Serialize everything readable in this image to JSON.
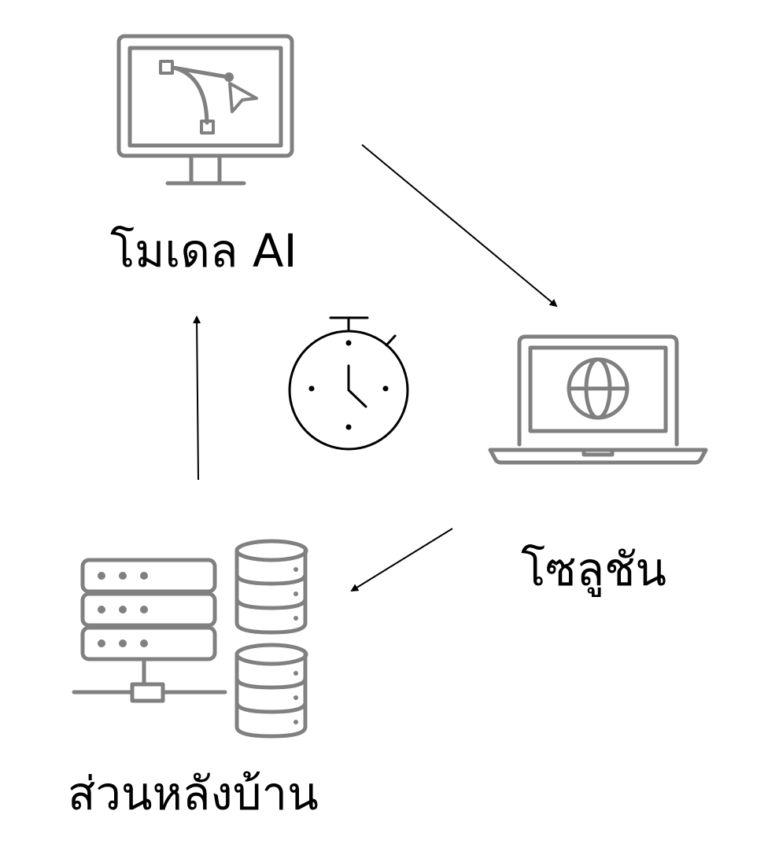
{
  "nodes": {
    "ai_model": {
      "label": "โมเดล AI",
      "icon": "monitor-vector-design-icon"
    },
    "solution": {
      "label": "โซลูชัน",
      "icon": "laptop-globe-icon"
    },
    "backend": {
      "label": "ส่วนหลังบ้าน",
      "icon": "server-database-icon"
    }
  },
  "center_icon": "stopwatch-icon",
  "flow": [
    {
      "from": "ai_model",
      "to": "solution"
    },
    {
      "from": "solution",
      "to": "backend"
    },
    {
      "from": "backend",
      "to": "ai_model"
    }
  ],
  "colors": {
    "icon_stroke": "#808080",
    "arrow": "#000000",
    "text": "#000000",
    "background": "#ffffff"
  }
}
